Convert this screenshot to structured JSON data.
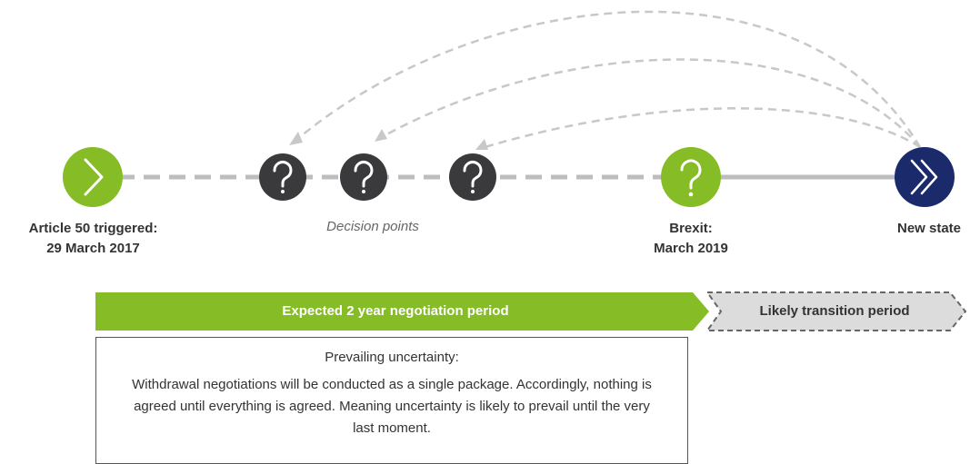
{
  "milestones": {
    "article50": {
      "line1": "Article 50 triggered:",
      "line2": "29 March 2017"
    },
    "brexit": {
      "line1": "Brexit:",
      "line2": "March 2019"
    },
    "new_state": {
      "label": "New state"
    }
  },
  "decision_points": {
    "label": "Decision points",
    "count": 3
  },
  "periods": {
    "negotiation": "Expected 2 year negotiation period",
    "transition": "Likely transition period"
  },
  "uncertainty": {
    "title": "Prevailing uncertainty:",
    "body": "Withdrawal negotiations will be conducted as a single package. Accordingly, nothing is agreed until everything is agreed. Meaning uncertainty is likely to prevail until the very last moment."
  },
  "colors": {
    "green": "#86BC25",
    "navy": "#1B2A6B",
    "dark": "#3A3A3C",
    "grey_line": "#BDBDBD",
    "grey_band": "#DCDCDC"
  }
}
